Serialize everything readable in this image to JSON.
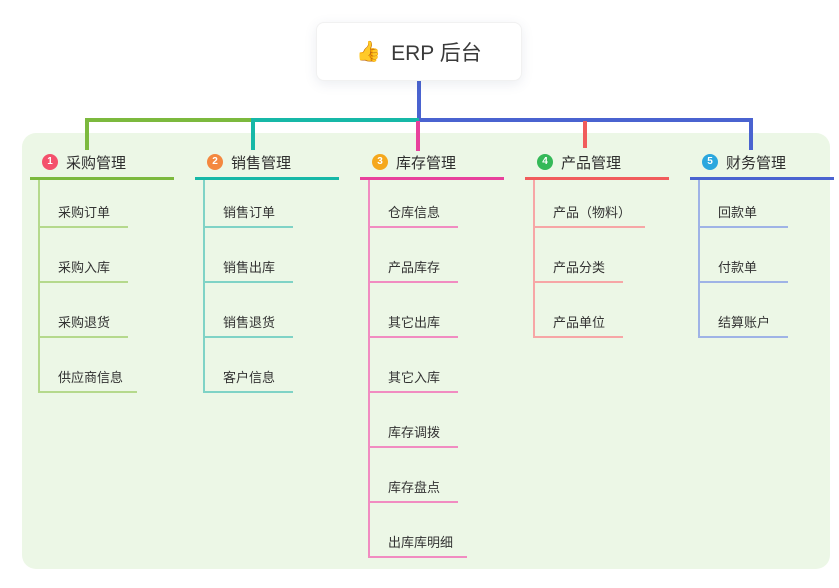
{
  "root": {
    "label": "ERP 后台",
    "icon": "thumbs-up-icon",
    "icon_glyph": "👍",
    "icon_color": "#f0b429"
  },
  "branches": [
    {
      "index": "1",
      "label": "采购管理",
      "badge_color": "#f4516c",
      "line_color": "#7cb93e",
      "child_line_color": "#b5d98c",
      "children": [
        "采购订单",
        "采购入库",
        "采购退货",
        "供应商信息"
      ]
    },
    {
      "index": "2",
      "label": "销售管理",
      "badge_color": "#f4883f",
      "line_color": "#16b8a7",
      "child_line_color": "#7fd3c6",
      "children": [
        "销售订单",
        "销售出库",
        "销售退货",
        "客户信息"
      ]
    },
    {
      "index": "3",
      "label": "库存管理",
      "badge_color": "#f5a81d",
      "line_color": "#e8419c",
      "child_line_color": "#f18cc1",
      "children": [
        "仓库信息",
        "产品库存",
        "其它出库",
        "其它入库",
        "库存调拨",
        "库存盘点",
        "出库库明细"
      ]
    },
    {
      "index": "4",
      "label": "产品管理",
      "badge_color": "#35b958",
      "line_color": "#f15c5c",
      "child_line_color": "#f7a6a6",
      "children": [
        "产品（物料）",
        "产品分类",
        "产品单位"
      ]
    },
    {
      "index": "5",
      "label": "财务管理",
      "badge_color": "#2ba7de",
      "line_color": "#4a63d0",
      "child_line_color": "#9fb3e6",
      "children": [
        "回款单",
        "付款单",
        "结算账户"
      ]
    }
  ],
  "colors": {
    "root_line": "#4a63d0",
    "panel_bg": "#ecf7e6",
    "text": "#333333"
  }
}
